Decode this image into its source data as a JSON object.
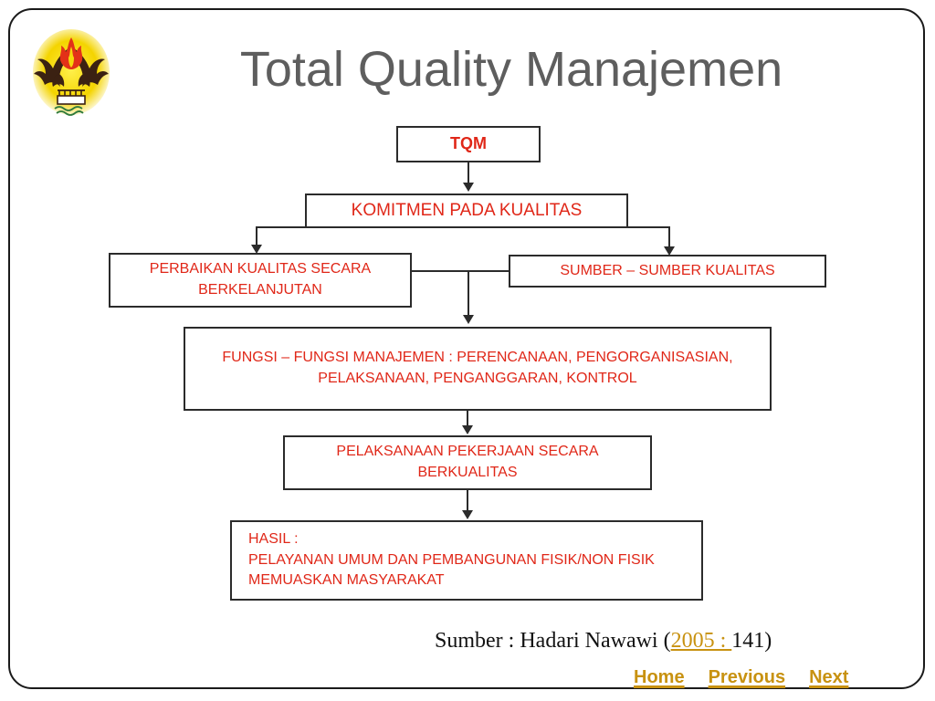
{
  "slide": {
    "title": "Total Quality Manajemen",
    "logo_name": "unpad-university-logo",
    "colors": {
      "title_gray": "#5e5e5e",
      "box_red": "#e02718",
      "box_border": "#2b2b2b",
      "link_gold": "#c89211",
      "frame": "#1a1a1a"
    }
  },
  "flowchart": {
    "type": "flowchart",
    "nodes": [
      {
        "id": "tqm",
        "label": "TQM"
      },
      {
        "id": "komitmen",
        "label": "KOMITMEN PADA KUALITAS"
      },
      {
        "id": "perbaikan",
        "label": "PERBAIKAN KUALITAS        SECARA BERKELANJUTAN"
      },
      {
        "id": "sumber",
        "label": "SUMBER – SUMBER KUALITAS"
      },
      {
        "id": "fungsi",
        "label": "FUNGSI – FUNGSI MANAJEMEN : PERENCANAAN, PENGORGANISASIAN, PELAKSANAAN, PENGANGGARAN, KONTROL"
      },
      {
        "id": "pelaksanaan",
        "label": "PELAKSANAAN PEKERJAAN SECARA BERKUALITAS"
      },
      {
        "id": "hasil",
        "label": "HASIL : PELAYANAN UMUM DAN PEMBANGUNAN FISIK/NON FISIK MEMUASKAN MASYARAKAT"
      }
    ],
    "edges": [
      {
        "from": "tqm",
        "to": "komitmen"
      },
      {
        "from": "komitmen",
        "to": "perbaikan"
      },
      {
        "from": "komitmen",
        "to": "sumber"
      },
      {
        "from": "perbaikan",
        "to": "fungsi"
      },
      {
        "from": "sumber",
        "to": "fungsi"
      },
      {
        "from": "fungsi",
        "to": "pelaksanaan"
      },
      {
        "from": "pelaksanaan",
        "to": "hasil"
      }
    ]
  },
  "source": {
    "prefix": "Sumber : Hadari Nawawi (",
    "link": "2005 : ",
    "suffix": "141)"
  },
  "nav": {
    "home": "Home",
    "previous": "Previous",
    "next": "Next"
  }
}
